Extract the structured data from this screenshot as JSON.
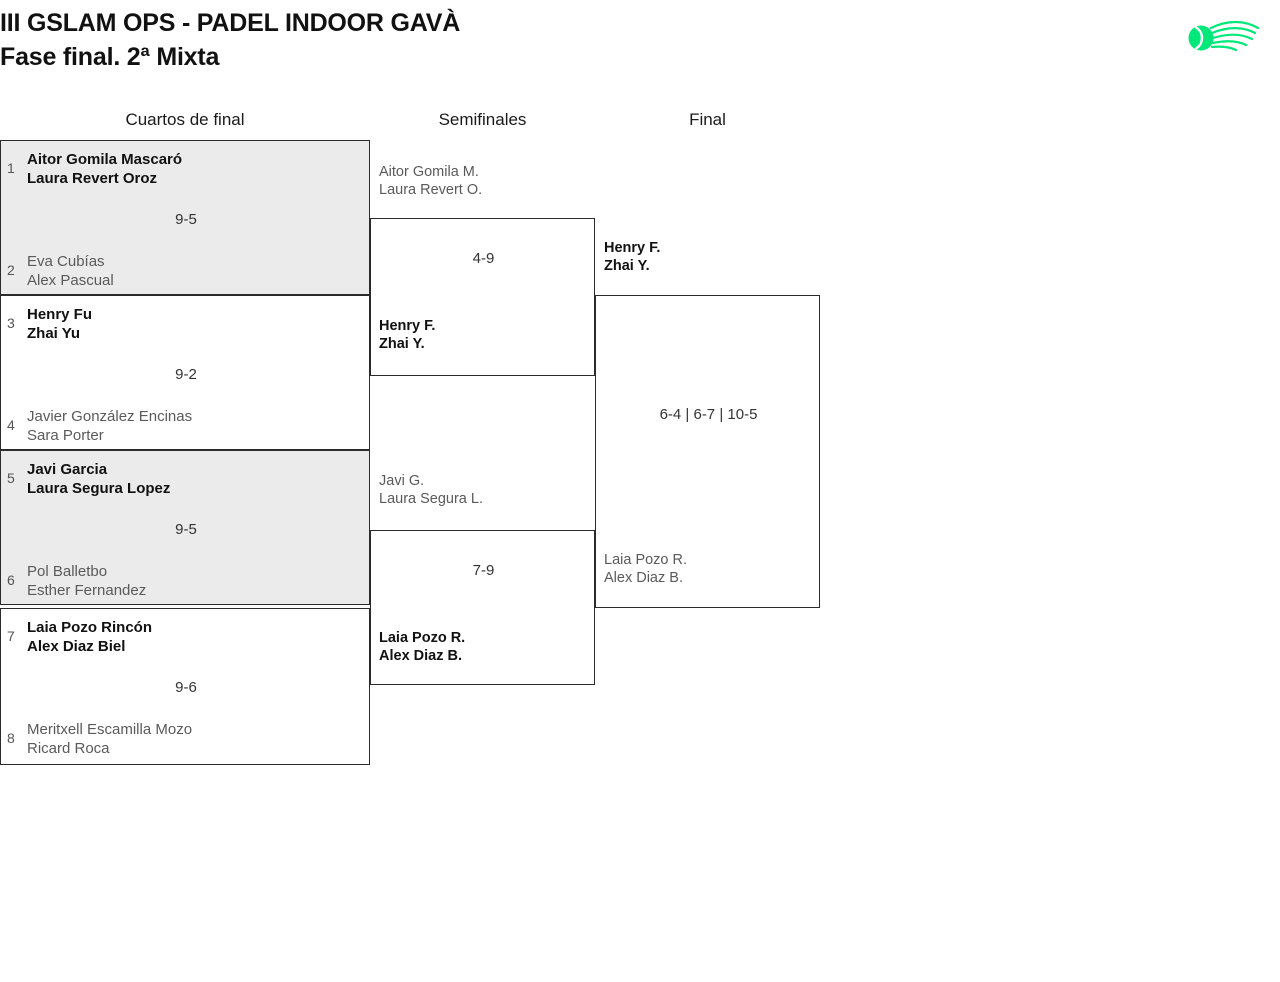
{
  "header": {
    "title_line1": "III GSLAM OPS - PADEL INDOOR GAVÀ",
    "title_line2": "Fase final. 2ª Mixta",
    "logo_name": "padel-ball-swoosh-logo",
    "logo_color": "#00e87a"
  },
  "rounds": {
    "quarterfinals_label": "Cuartos de final",
    "semifinals_label": "Semifinales",
    "final_label": "Final"
  },
  "quarterfinals": [
    {
      "score": "9-5",
      "shaded": true,
      "top": {
        "seed": "1",
        "player1": "Aitor Gomila Mascaró",
        "player2": "Laura Revert Oroz",
        "winner": true
      },
      "bottom": {
        "seed": "2",
        "player1": "Eva Cubías",
        "player2": "Alex Pascual",
        "winner": false
      }
    },
    {
      "score": "9-2",
      "shaded": false,
      "top": {
        "seed": "3",
        "player1": "Henry Fu",
        "player2": "Zhai Yu",
        "winner": true
      },
      "bottom": {
        "seed": "4",
        "player1": "Javier González Encinas",
        "player2": "Sara Porter",
        "winner": false
      }
    },
    {
      "score": "9-5",
      "shaded": true,
      "top": {
        "seed": "5",
        "player1": "Javi Garcia",
        "player2": "Laura Segura Lopez",
        "winner": true
      },
      "bottom": {
        "seed": "6",
        "player1": "Pol Balletbo",
        "player2": "Esther Fernandez",
        "winner": false
      }
    },
    {
      "score": "9-6",
      "shaded": false,
      "top": {
        "seed": "7",
        "player1": "Laia Pozo Rincón",
        "player2": "Alex Diaz Biel",
        "winner": true
      },
      "bottom": {
        "seed": "8",
        "player1": "Meritxell Escamilla Mozo",
        "player2": "Ricard Roca",
        "winner": false
      }
    }
  ],
  "semifinals": [
    {
      "score": "4-9",
      "top": {
        "player1": "Aitor Gomila M.",
        "player2": "Laura Revert O.",
        "winner": false
      },
      "bottom": {
        "player1": "Henry F.",
        "player2": "Zhai Y.",
        "winner": true
      }
    },
    {
      "score": "7-9",
      "top": {
        "player1": "Javi G.",
        "player2": "Laura Segura L.",
        "winner": false
      },
      "bottom": {
        "player1": "Laia Pozo R.",
        "player2": "Alex Diaz B.",
        "winner": true
      }
    }
  ],
  "final": {
    "score": "6-4 | 6-7 | 10-5",
    "top": {
      "player1": "Henry F.",
      "player2": "Zhai Y.",
      "winner": true
    },
    "bottom": {
      "player1": "Laia Pozo R.",
      "player2": "Alex Diaz B.",
      "winner": false
    }
  }
}
